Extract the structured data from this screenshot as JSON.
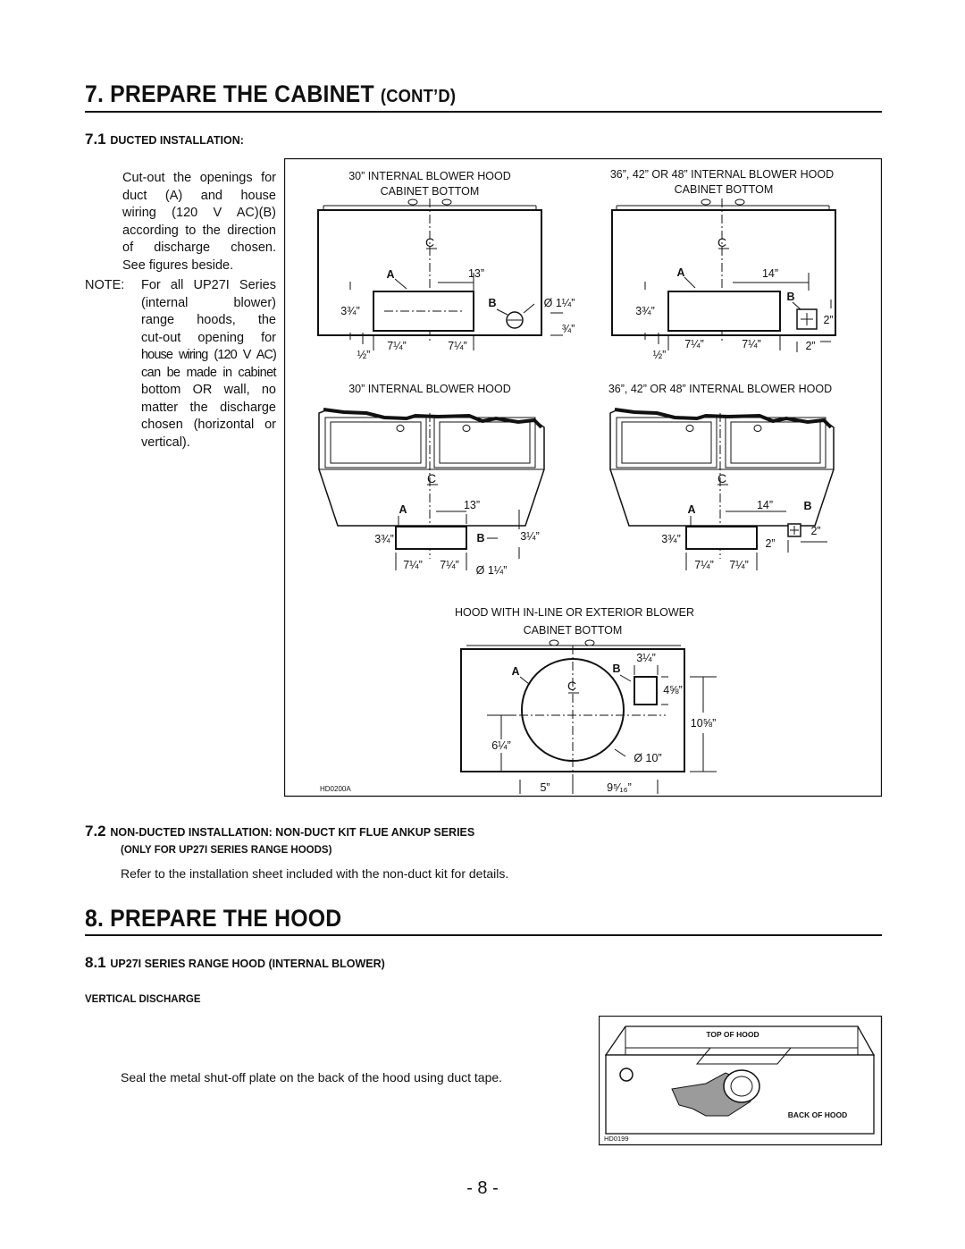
{
  "section7": {
    "number": "7.",
    "title": "PREPARE THE CABINET",
    "suffix": "(CONT’D)"
  },
  "section7_1": {
    "number": "7.1",
    "title": "DUCTED INSTALLATION:",
    "text_lines": [
      "Cut-out the openings for",
      "duct (A) and house",
      "wiring (120 V AC)(B)",
      "according to the direction",
      "of discharge chosen.",
      "See figures beside."
    ],
    "note_label": "NOTE:",
    "note_lines": [
      "For all UP27I Series",
      "(internal blower)",
      "range hoods, the",
      "cut-out opening for",
      "house wiring (120 V AC)",
      "can be made in cabinet",
      "bottom OR wall, no",
      "matter the discharge",
      "chosen (horizontal or",
      "vertical)."
    ]
  },
  "figure": {
    "code": "HD0200A",
    "d1": {
      "title": "30” INTERNAL BLOWER HOOD",
      "subtitle": "CABINET BOTTOM",
      "label_a": "A",
      "label_b": "B",
      "dim_width": "13”",
      "dim_height": "3¾”",
      "dim_left": "7¼”",
      "dim_right": "7¼”",
      "dim_edge": "½”",
      "dim_hole": "Ø 1¼”",
      "dim_hole_off": "¾”"
    },
    "d2": {
      "title": "36”, 42” OR 48” INTERNAL BLOWER HOOD",
      "subtitle": "CABINET BOTTOM",
      "label_a": "A",
      "label_b": "B",
      "dim_width": "14”",
      "dim_height": "3¾”",
      "dim_left": "7¼”",
      "dim_right": "7¼”",
      "dim_edge": "½”",
      "dim_box": "2”",
      "dim_box_off": "2”"
    },
    "d3": {
      "title": "30” INTERNAL BLOWER HOOD",
      "label_a": "A",
      "label_b": "B",
      "dim_width": "13”",
      "dim_height": "3¾”",
      "dim_left": "7¼”",
      "dim_right": "7¼”",
      "dim_off": "3¼”",
      "dim_hole": "Ø 1¼”"
    },
    "d4": {
      "title": "36”, 42” OR 48” INTERNAL BLOWER HOOD",
      "label_a": "A",
      "label_b": "B",
      "dim_width": "14”",
      "dim_height": "3¾”",
      "dim_left": "7¼”",
      "dim_right": "7¼”",
      "dim_box": "2”",
      "dim_box_off": "2”"
    },
    "d5": {
      "title": "HOOD WITH IN-LINE OR EXTERIOR BLOWER",
      "subtitle": "CABINET BOTTOM",
      "label_a": "A",
      "label_b": "B",
      "dim_top": "3¼”",
      "dim_box": "4⅝”",
      "dim_side": "10⅝”",
      "dim_left": "6¼”",
      "dim_dia": "Ø 10”",
      "dim_bottom_left": "5”",
      "dim_bottom_right": "9⁵⁄₁₆”"
    },
    "centerline": "C"
  },
  "section7_2": {
    "number": "7.2",
    "title": "NON-DUCTED INSTALLATION: NON-DUCT KIT FLUE ANKUP SERIES",
    "subtitle": "(ONLY FOR UP27I SERIES RANGE HOODS)",
    "text": "Refer to the installation sheet included with the non-duct kit for details."
  },
  "section8": {
    "number": "8.",
    "title": "PREPARE THE HOOD"
  },
  "section8_1": {
    "number": "8.1",
    "title": "UP27I SERIES RANGE HOOD (INTERNAL BLOWER)",
    "sub": "VERTICAL DISCHARGE",
    "text": "Seal the metal shut-off plate on the back of the hood using duct tape."
  },
  "figure2": {
    "code": "HD0199",
    "label_top": "TOP OF HOOD",
    "label_back": "BACK OF HOOD"
  },
  "page_number": "- 8 -"
}
